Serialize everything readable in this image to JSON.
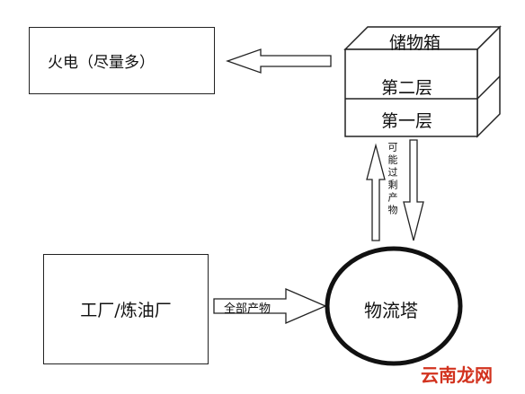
{
  "nodes": {
    "power": "火电（尽量多）",
    "storage_title": "储物箱",
    "storage_layer_2": "第二层",
    "storage_layer_1": "第一层",
    "factory": "工厂/炼油厂",
    "logistics_tower": "物流塔"
  },
  "edges": {
    "surplus_label": "可能过剩产物",
    "all_products_label": "全部产物"
  },
  "watermark": "云南龙网",
  "colors": {
    "line": "#222222",
    "watermark": "#d2321e"
  }
}
